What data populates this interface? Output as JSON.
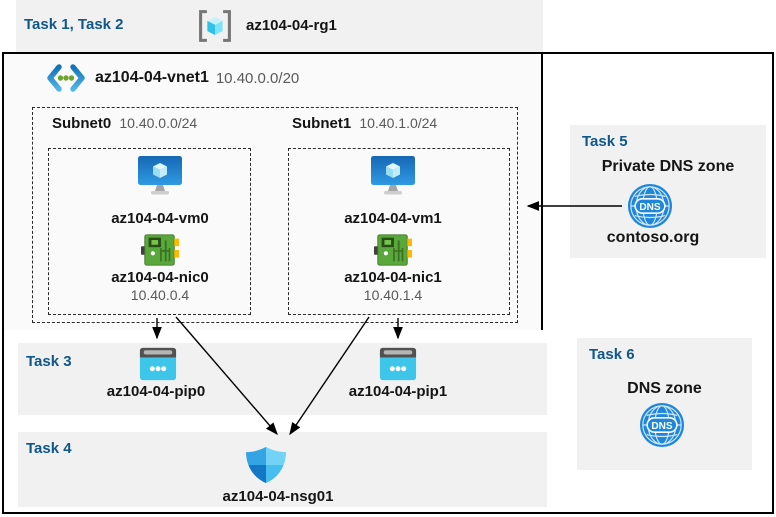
{
  "tasks12": {
    "label": "Task 1, Task 2",
    "resource_group": "az104-04-rg1"
  },
  "vnet": {
    "name": "az104-04-vnet1",
    "cidr": "10.40.0.0/20",
    "subnets": [
      {
        "name": "Subnet0",
        "cidr": "10.40.0.0/24",
        "vm": "az104-04-vm0",
        "nic": "az104-04-nic0",
        "ip": "10.40.0.4"
      },
      {
        "name": "Subnet1",
        "cidr": "10.40.1.0/24",
        "vm": "az104-04-vm1",
        "nic": "az104-04-nic1",
        "ip": "10.40.1.4"
      }
    ]
  },
  "task3": {
    "label": "Task 3",
    "pip0": "az104-04-pip0",
    "pip1": "az104-04-pip1"
  },
  "task4": {
    "label": "Task 4",
    "nsg": "az104-04-nsg01"
  },
  "task5": {
    "label": "Task 5",
    "title": "Private DNS zone",
    "zone": "contoso.org",
    "icon_text": "DNS"
  },
  "task6": {
    "label": "Task 6",
    "title": "DNS zone",
    "icon_text": "DNS"
  },
  "colors": {
    "task_blue": "#10578b",
    "band_gray": "#f1f1f1",
    "vnet_fill": "#fafafa",
    "vm_blue": "#1e7fd0",
    "nic_green": "#5aa73c",
    "nic_yellow": "#ffb900",
    "pip_cyan": "#3ec6ea",
    "shield_blue": "#2f9de2",
    "dns_blue": "#1f87db"
  }
}
